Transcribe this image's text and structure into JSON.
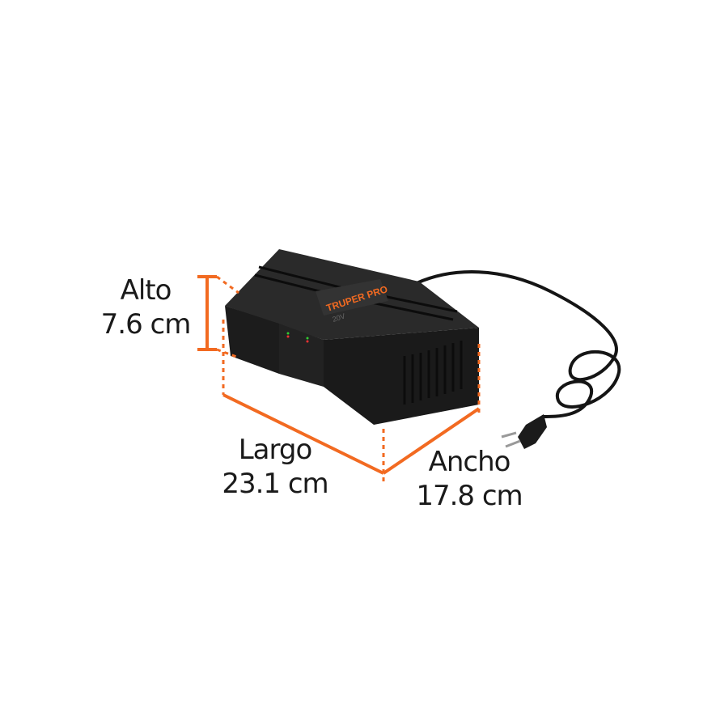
{
  "colors": {
    "dimension_line": "#f26a21",
    "product_body": "#1e1e1e",
    "logo": "#f26a21"
  },
  "product": {
    "brand_logo": "TRUPER PRO",
    "voltage_mark": "20V"
  },
  "dimensions": {
    "height": {
      "label": "Alto",
      "value": "7.6 cm"
    },
    "length": {
      "label": "Largo",
      "value": "23.1 cm"
    },
    "width": {
      "label": "Ancho",
      "value": "17.8 cm"
    }
  }
}
